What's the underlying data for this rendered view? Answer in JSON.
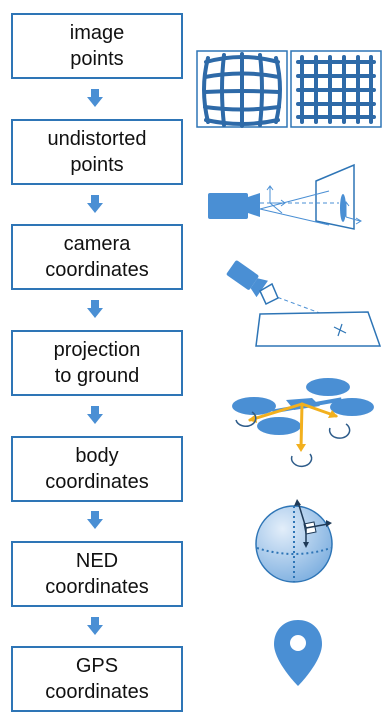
{
  "steps": [
    {
      "label": "image\npoints",
      "icon": "distortion-grid-icon"
    },
    {
      "label": "undistorted\npoints",
      "icon": "camera-projection-icon"
    },
    {
      "label": "camera\ncoordinates",
      "icon": "camera-ground-icon"
    },
    {
      "label": "projection\nto ground",
      "icon": "drone-icon"
    },
    {
      "label": "body\ncoordinates",
      "icon": "earth-sphere-icon"
    },
    {
      "label": "NED\ncoordinates",
      "icon": "map-pin-icon"
    },
    {
      "label": "GPS\ncoordinates",
      "icon": ""
    }
  ],
  "colors": {
    "box_border": "#2e75b6",
    "arrow": "#4a8fd4",
    "illustration_blue": "#4a8fd4",
    "axis_yellow": "#f2b01e"
  }
}
